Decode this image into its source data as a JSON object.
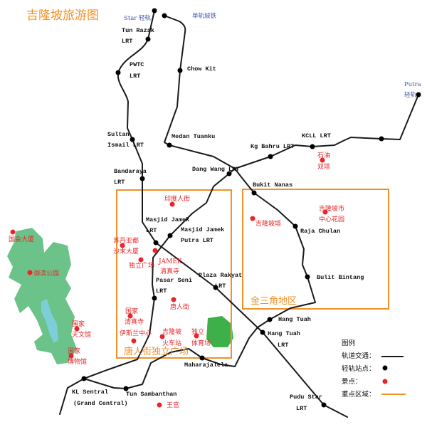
{
  "title": "吉隆坡旅游图",
  "colors": {
    "rail": "#1a1a1a",
    "station": "#000000",
    "attraction": "#e8262a",
    "zone": "#f0912a",
    "park": "#6cc38a",
    "lake": "#7ccfd8",
    "stadium_green": "#3db04a",
    "line_label": "#4a5aa8"
  },
  "line_labels": {
    "star": "Star 轻轨",
    "monorail": "单轨城铁",
    "putra_1": "Putra",
    "putra_2": "轻轨"
  },
  "stations": {
    "tun_razak_1": "Tun Razak",
    "tun_razak_2": "LRT",
    "pwtc_1": "PWTC",
    "pwtc_2": "LRT",
    "chow_kit": "Chow Kit",
    "sultan_ismail_1": "Sultan",
    "sultan_ismail_2": "Ismail LRT",
    "medan_tuanku": "Medan Tuanku",
    "kg_bahru": "Kg Bahru LRT",
    "kcll": "KCLL LRT",
    "bandaraya_1": "Bandaraya",
    "bandaraya_2": "LRT",
    "dang_wang": "Dang Wang LRT",
    "bukit_nanas": "Bukit Nanas",
    "masjid_jamek_1": "Masjid Jamek",
    "masjid_jamek_2": "LRT",
    "masjid_jamek_putra_1": "Masjid Jamek",
    "masjid_jamek_putra_2": "Putra LRT",
    "raja_chulan": "Raja Chulan",
    "pasar_seni_1": "Pasar Seni",
    "pasar_seni_2": "LRT",
    "plaza_rakyat_1": "Plaza Rakyat",
    "plaza_rakyat_2": "LRT",
    "bulit_bintang": "Bulit Bintang",
    "hang_tuah": "Hang Tuah",
    "hang_tuah_lrt_1": "Hang Tuah",
    "hang_tuah_lrt_2": "LRT",
    "maharajalela": "Maharajalela",
    "kl_sentral_1": "KL Sentral",
    "kl_sentral_2": "(Grand Central)",
    "tun_sambanthan": "Tun Sambanthan",
    "pudu_star_1": "Pudu Star",
    "pudu_star_2": "LRT"
  },
  "attractions": {
    "petronas_1": "石油",
    "petronas_2": "双塔",
    "little_india": "印度人街",
    "klcc_park_1": "吉隆坡市",
    "klcc_park_2": "中心花园",
    "kl_tower": "吉隆坡塔",
    "parliament": "国会大厦",
    "lake_gardens": "湖滨公园",
    "sultan_abdul_1": "苏丹亚都",
    "sultan_abdul_2": "沙末大厦",
    "merdeka_square": "独立广场",
    "jamek_mosque_1": "JAMEK",
    "jamek_mosque_2": "清真寺",
    "chinatown": "唐人街",
    "national_mosque_1": "国家",
    "national_mosque_2": "清真寺",
    "planetarium_1": "国家",
    "planetarium_2": "天文馆",
    "islamic_centre": "伊斯兰中心",
    "kl_station_1": "吉隆坡",
    "kl_station_2": "火车站",
    "stadium_1": "独立",
    "stadium_2": "体育场",
    "museum_1": "国家",
    "museum_2": "博物馆",
    "palace": "王宫"
  },
  "zones": {
    "chinatown_merdeka": "唐人街独立广场",
    "golden_triangle": "金三角地区"
  },
  "legend": {
    "title": "图例",
    "rail": "轨道交通：",
    "station": "轻轨站点：",
    "attraction": "景点：",
    "zone": "重点区域："
  }
}
